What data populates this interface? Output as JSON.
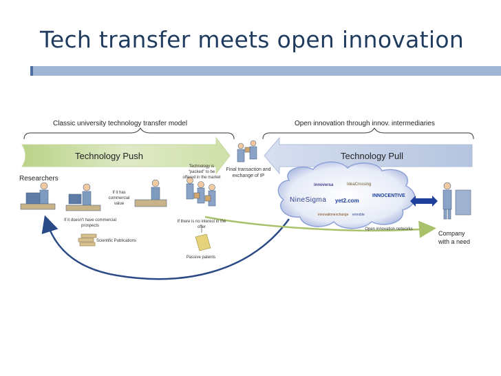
{
  "title": "Tech transfer meets open innovation",
  "brackets": {
    "left_label": "Classic university technology transfer model",
    "right_label": "Open innovation through innov. intermediaries"
  },
  "arrows": {
    "push_label": "Technology Push",
    "pull_label": "Technology Pull"
  },
  "nodes": {
    "researchers": "Researchers",
    "commercial_value": "If it has commercial value",
    "no_prospects": "If it doesn't have commercial prospects",
    "packed": "Technology is “packed” to be offered in the market",
    "final_transaction": "Final transaction and exchange of IP",
    "no_interest": "If there is no interest in the offer",
    "passive_patents": "Passive patents",
    "publications": "Scientific Publications",
    "network_label": "Open innovation networks",
    "company_line1": "Company",
    "company_line2": "with a need"
  },
  "cloud_logos": [
    "innoversa",
    "IdeaCrossing",
    "NineSigma",
    "yet2.com",
    "INNOCENTIVE",
    "innovationexchange",
    "ennoble"
  ],
  "colors": {
    "title": "#1f3c5e",
    "rule": "#9fb6d5",
    "push_arrow": "#cfe0a8",
    "pull_arrow": "#c8d3e6",
    "cloud": "#8ea2d8",
    "loop_arrow": "#2a4a86",
    "green_arrow": "#a9c16a"
  }
}
